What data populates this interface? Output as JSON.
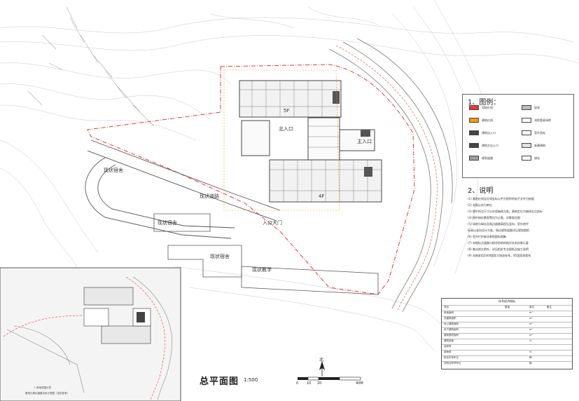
{
  "plan": {
    "title": "总平面图",
    "scale": "1:500",
    "north": "北",
    "scale_bar": [
      "0",
      "10",
      "20",
      "40M"
    ]
  },
  "legend": {
    "title": "1、图例：",
    "items": [
      {
        "text": "用地红线",
        "color": "#e53935"
      },
      {
        "text": "建筑红线",
        "color": "#ff9800"
      },
      {
        "text": "建筑出入口",
        "color": "#444444"
      },
      {
        "text": "建筑主出入口",
        "color": "#444444"
      },
      {
        "text": "规划道路",
        "color": "#9e9e9e"
      },
      {
        "text": "现状",
        "color": "#bdbdbd"
      },
      {
        "text": "消防登高场地",
        "color": "#ffffff"
      },
      {
        "text": "室外坐标",
        "color": "#ffffff"
      },
      {
        "text": "新建建筑",
        "color": "#e0e0e0"
      },
      {
        "text": "绿化",
        "color": "#ffffff"
      }
    ]
  },
  "notes": {
    "title": "2、说明",
    "lines": [
      "(1)  基地红线及红线坐标以甲方提供的电子文件为依据",
      "(2)  本图以米为单位",
      "(3)  图中所注尺寸以外墙轴线为准，建筑定位为轴线交点坐标",
      "(4)  图中绿化景观等仅为示意，详景观总图",
      "(5)  场地与绿化及周边道路高程见竖向，室外地坪",
      "      标高以竖向设计为准，周边规划道路详见规划图纸",
      "(6)  室外栏杆做法参照国标图集",
      "(7)  本图标注道路与相邻用地的相对关系仅做示意",
      "(8)  做法除注明外，详见相关专业图纸及施工说明",
      "(9)  本图采用2000国家大地坐标系，85国家高程系"
    ]
  },
  "tech_table": {
    "title": "技术经济指标",
    "header": [
      "项目",
      "数值",
      "单位",
      "备注"
    ],
    "rows": [
      [
        "用地面积",
        "",
        "m²",
        ""
      ],
      [
        "总建筑面积",
        "",
        "m²",
        ""
      ],
      [
        "地上建筑面积",
        "",
        "m²",
        ""
      ],
      [
        "地下建筑面积",
        "",
        "m²",
        ""
      ],
      [
        "建筑基底面积",
        "",
        "m²",
        ""
      ],
      [
        "建筑密度",
        "",
        "%",
        ""
      ],
      [
        "容积率",
        "",
        "",
        ""
      ],
      [
        "绿地率",
        "",
        "%",
        ""
      ],
      [
        "机动车停车位",
        "",
        "辆",
        ""
      ],
      [
        "非机动车停车位",
        "",
        "辆",
        ""
      ]
    ]
  },
  "inset": {
    "caption_1": "+ 用地范围示意",
    "caption_2": "基地与周边道路关系示意图（仅供参考）"
  },
  "site_labels": {
    "entrance_main": "主入口",
    "entrance_north": "北入口",
    "entrance_south": "入口大门",
    "existing_building_1": "现状宿舍",
    "existing_building_2": "现状宿舍",
    "existing_building_3": "现状宿舍",
    "existing_building_4": "现状教学",
    "road": "现状道路",
    "building_block_1": "5F",
    "building_block_2": "4F"
  }
}
